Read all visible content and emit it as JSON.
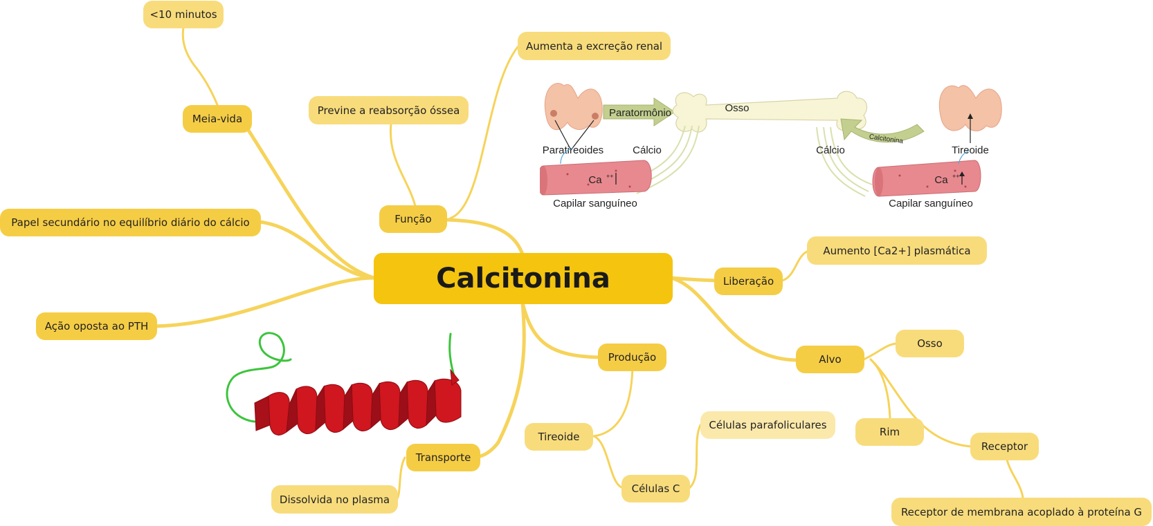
{
  "central": "Calcitonina",
  "topics": {
    "meia_vida": {
      "label": "Meia-vida",
      "child": "<10 minutos"
    },
    "funcao": {
      "label": "Função",
      "children": [
        "Previne a reabsorção óssea",
        "Aumenta a excreção renal"
      ]
    },
    "papel": "Papel secundário no equilíbrio diário do cálcio",
    "acao": "Ação oposta ao PTH",
    "transporte": {
      "label": "Transporte",
      "child": "Dissolvida no plasma"
    },
    "producao": {
      "label": "Produção",
      "child": "Tireoide",
      "grandchild": "Células C",
      "greatgrandchild": "Células parafoliculares"
    },
    "liberacao": {
      "label": "Liberação",
      "child": "Aumento [Ca2+] plasmática"
    },
    "alvo": {
      "label": "Alvo",
      "children": [
        "Osso",
        "Rim",
        "Receptor"
      ],
      "receptor_child": "Receptor de membrana acoplado à proteína G"
    }
  },
  "figure": {
    "paratormonio": "Paratormônio",
    "osso": "Osso",
    "paratireoides": "Paratireoides",
    "calcio_left": "Cálcio",
    "calcio_right": "Cálcio",
    "calcitonina": "Calcitonina",
    "tireoide": "Tireoide",
    "ca_left": "Ca",
    "ca_right": "Ca",
    "ca_sup": "++",
    "capilar_left": "Capilar sanguíneo",
    "capilar_right": "Capilar sanguíneo"
  },
  "colors": {
    "central": "#f4c40f",
    "level1": "#f5cd45",
    "level2": "#f8dc7c",
    "level3": "#fbe9ab",
    "link": "#f6d35a",
    "helix": "#c8141c",
    "coil": "#3cc43c"
  }
}
